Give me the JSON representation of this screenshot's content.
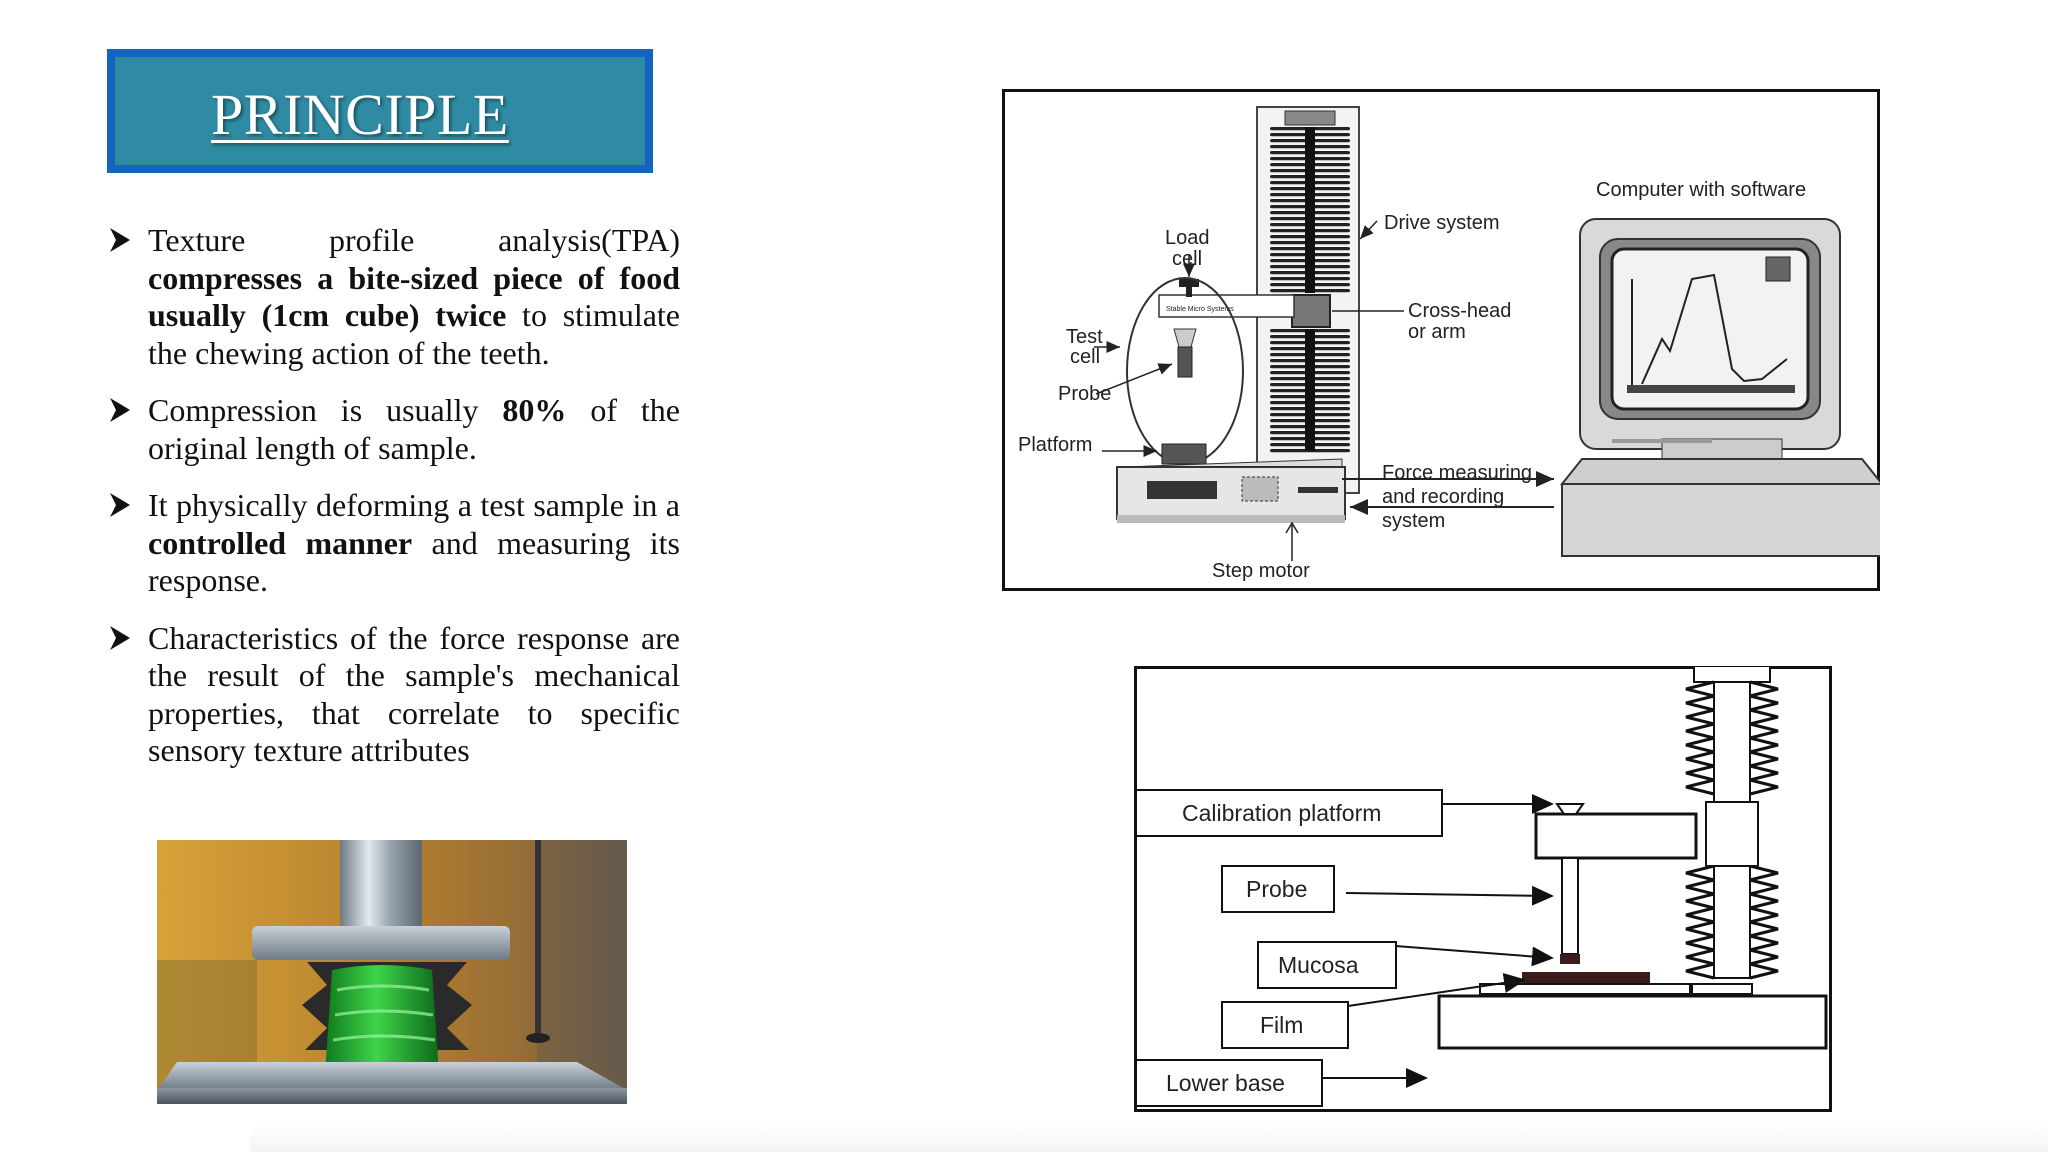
{
  "title": "PRINCIPLE",
  "bullets": [
    {
      "parts": [
        {
          "text": "Texture profile analysis(TPA) ",
          "bold": false
        },
        {
          "text": "compresses a bite-sized piece of food usually (1cm cube) twice",
          "bold": true
        },
        {
          "text": " to stimulate the chewing action of the teeth.",
          "bold": false
        }
      ]
    },
    {
      "parts": [
        {
          "text": "Compression is usually ",
          "bold": false
        },
        {
          "text": "80%",
          "bold": true
        },
        {
          "text": " of the original length of  sample.",
          "bold": false
        }
      ]
    },
    {
      "parts": [
        {
          "text": "It physically deforming a test sample in a ",
          "bold": false
        },
        {
          "text": "controlled manner",
          "bold": true
        },
        {
          "text": " and measuring its response.",
          "bold": false
        }
      ]
    },
    {
      "parts": [
        {
          "text": "Characteristics of the force response are the result of the sample's mechanical properties, that correlate to specific sensory texture attributes",
          "bold": false
        }
      ]
    }
  ],
  "diagram1": {
    "labels": {
      "computer": "Computer with software",
      "drive": "Drive system",
      "load_cell_1": "Load",
      "load_cell_2": "cell",
      "crosshead_1": "Cross-head",
      "crosshead_2": "or arm",
      "test_cell_1": "Test",
      "test_cell_2": "cell",
      "probe": "Probe",
      "platform": "Platform",
      "force_1": "Force measuring",
      "force_2": "and recording",
      "force_3": "system",
      "step_motor": "Step motor",
      "brand": "Stable Micro Systems"
    }
  },
  "diagram2": {
    "labels": {
      "calibration": "Calibration platform",
      "probe": "Probe",
      "mucosa": "Mucosa",
      "film": "Film",
      "lower_base": "Lower base"
    }
  },
  "colors": {
    "title_bg": "#2e8ba3",
    "title_border": "#1565c0",
    "sample_green": "#2fbf3a"
  }
}
